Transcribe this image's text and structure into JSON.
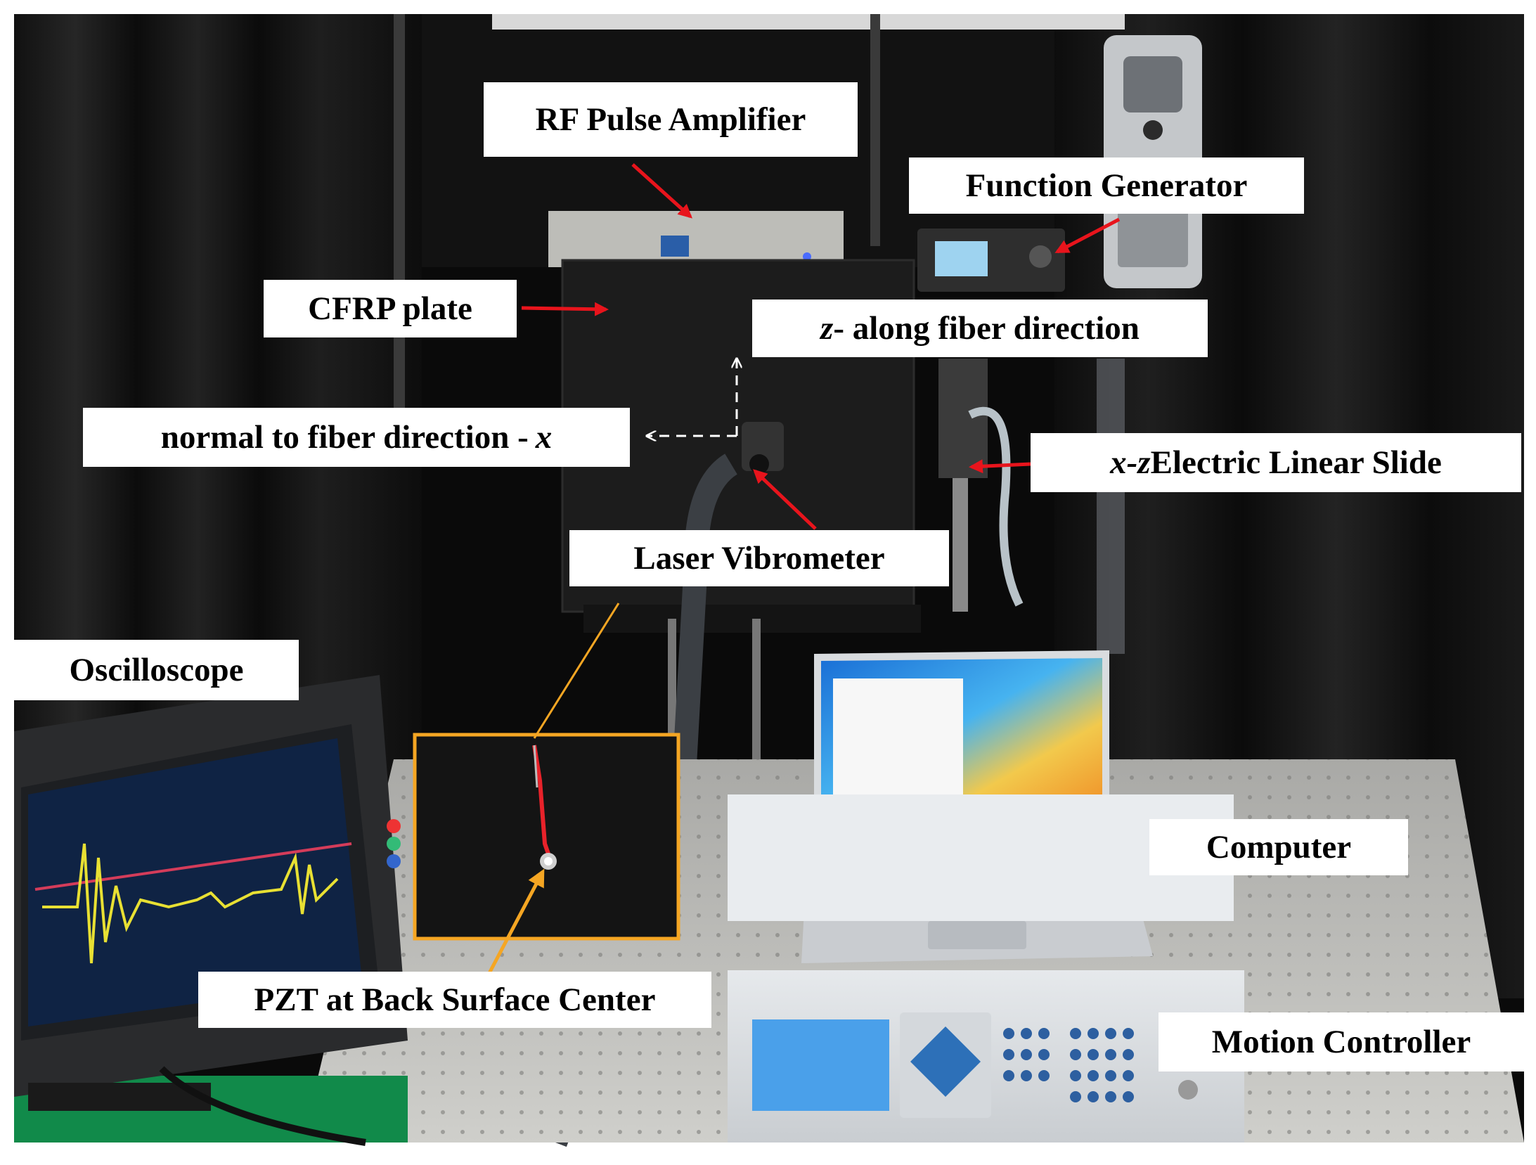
{
  "labels": {
    "rf_pulse_amplifier": "RF Pulse Amplifier",
    "function_generator": "Function Generator",
    "cfrp_plate": "CFRP plate",
    "z_axis_var": "z",
    "z_axis_text": " - along fiber direction",
    "x_axis_text": "normal to fiber direction - ",
    "x_axis_var": "x",
    "slide_var": "x-z",
    "slide_text": " Electric Linear Slide",
    "laser_vibrometer": "Laser Vibrometer",
    "oscilloscope": "Oscilloscope",
    "computer": "Computer",
    "pzt": "PZT at Back Surface Center",
    "motion_controller": "Motion Controller"
  },
  "colors": {
    "pointer_arrow": "#e8141c",
    "inset_border": "#f5a623",
    "axis_arrow": "#ffffff",
    "background": "#0a0a0a"
  }
}
